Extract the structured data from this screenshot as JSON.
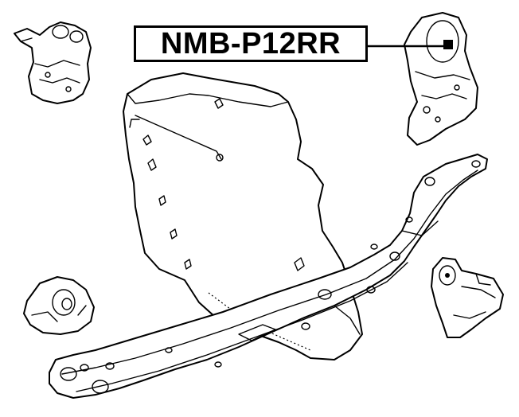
{
  "part_label": {
    "text": "NMB-P12RR"
  },
  "components": {
    "engine_block": "engine-block",
    "subframe": "front-subframe",
    "mounts": [
      "upper-left-engine-mount",
      "upper-right-engine-mount",
      "lower-left-engine-mount",
      "lower-right-engine-mount"
    ]
  },
  "colors": {
    "line": "#000000",
    "background": "#ffffff"
  }
}
